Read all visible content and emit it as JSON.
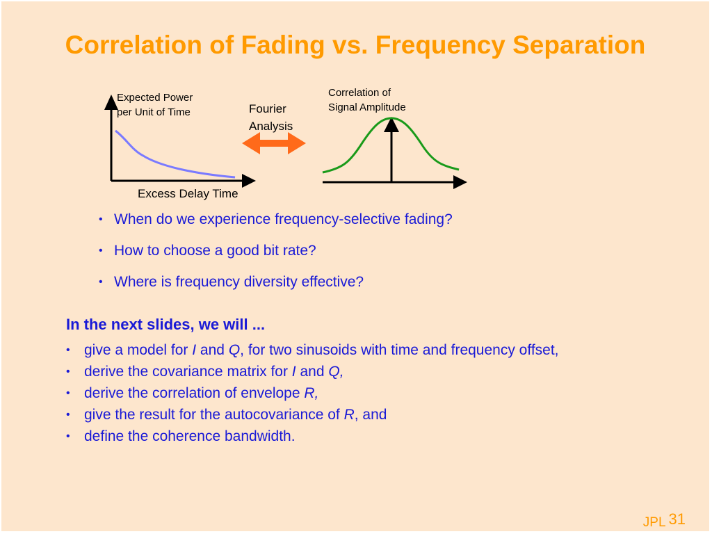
{
  "slide": {
    "title": "Correlation of Fading vs. Frequency Separation",
    "diagram": {
      "y_axis_label_line1": "Expected Power",
      "y_axis_label_line2": "per Unit of Time",
      "x_axis_label": "Excess Delay Time",
      "transform_label_line1": "Fourier",
      "transform_label_line2": "Analysis",
      "result_label_line1": "Correlation of",
      "result_label_line2": "Signal Amplitude",
      "colors": {
        "power_curve": "#7a7aff",
        "correlation_curve": "#1a9a1a",
        "double_arrow": "#ff6a1a",
        "axes": "#000000"
      }
    },
    "questions": [
      "When do we experience frequency-selective fading?",
      "How to choose a good bit rate?",
      "Where is frequency diversity effective?"
    ],
    "next_heading": "In the next slides, we will ...",
    "next_items": [
      {
        "p1": "give a model for ",
        "i1": "I",
        "p2": " and ",
        "i2": "Q",
        "p3": ", for two sinusoids with time and frequency offset,"
      },
      {
        "p1": "derive the covariance matrix for ",
        "i1": "I",
        "p2": " and ",
        "i2": "Q,",
        "p3": ""
      },
      {
        "p1": "derive the correlation of envelope ",
        "i1": "R,",
        "p2": "",
        "i2": "",
        "p3": ""
      },
      {
        "p1": "give the result for the autocovariance of ",
        "i1": "R",
        "p2": ", and",
        "i2": "",
        "p3": ""
      },
      {
        "p1": "define the coherence bandwidth.",
        "i1": "",
        "p2": "",
        "i2": "",
        "p3": ""
      }
    ],
    "bullet_glyph": "•",
    "footer": {
      "org": "JPL",
      "page_number": "31"
    }
  }
}
